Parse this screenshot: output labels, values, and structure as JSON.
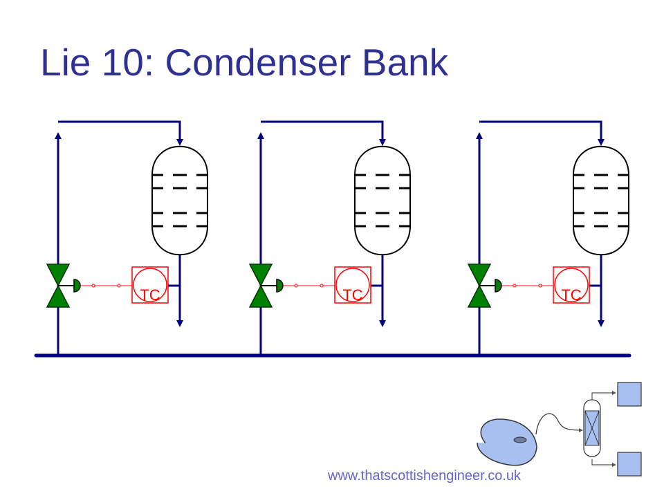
{
  "slide": {
    "title": "Lie 10: Condenser Bank",
    "footer_url": "www.thatscottishengineer.co.uk"
  },
  "condensers": [
    {
      "controller_label": "TC"
    },
    {
      "controller_label": "TC"
    },
    {
      "controller_label": "TC"
    }
  ],
  "colors": {
    "title": "#2e3192",
    "pipe": "#000080",
    "valve": "#008000",
    "instrument": "#ff0000",
    "footer": "#6b63c7",
    "logo_fill": "#a8c0f0"
  }
}
